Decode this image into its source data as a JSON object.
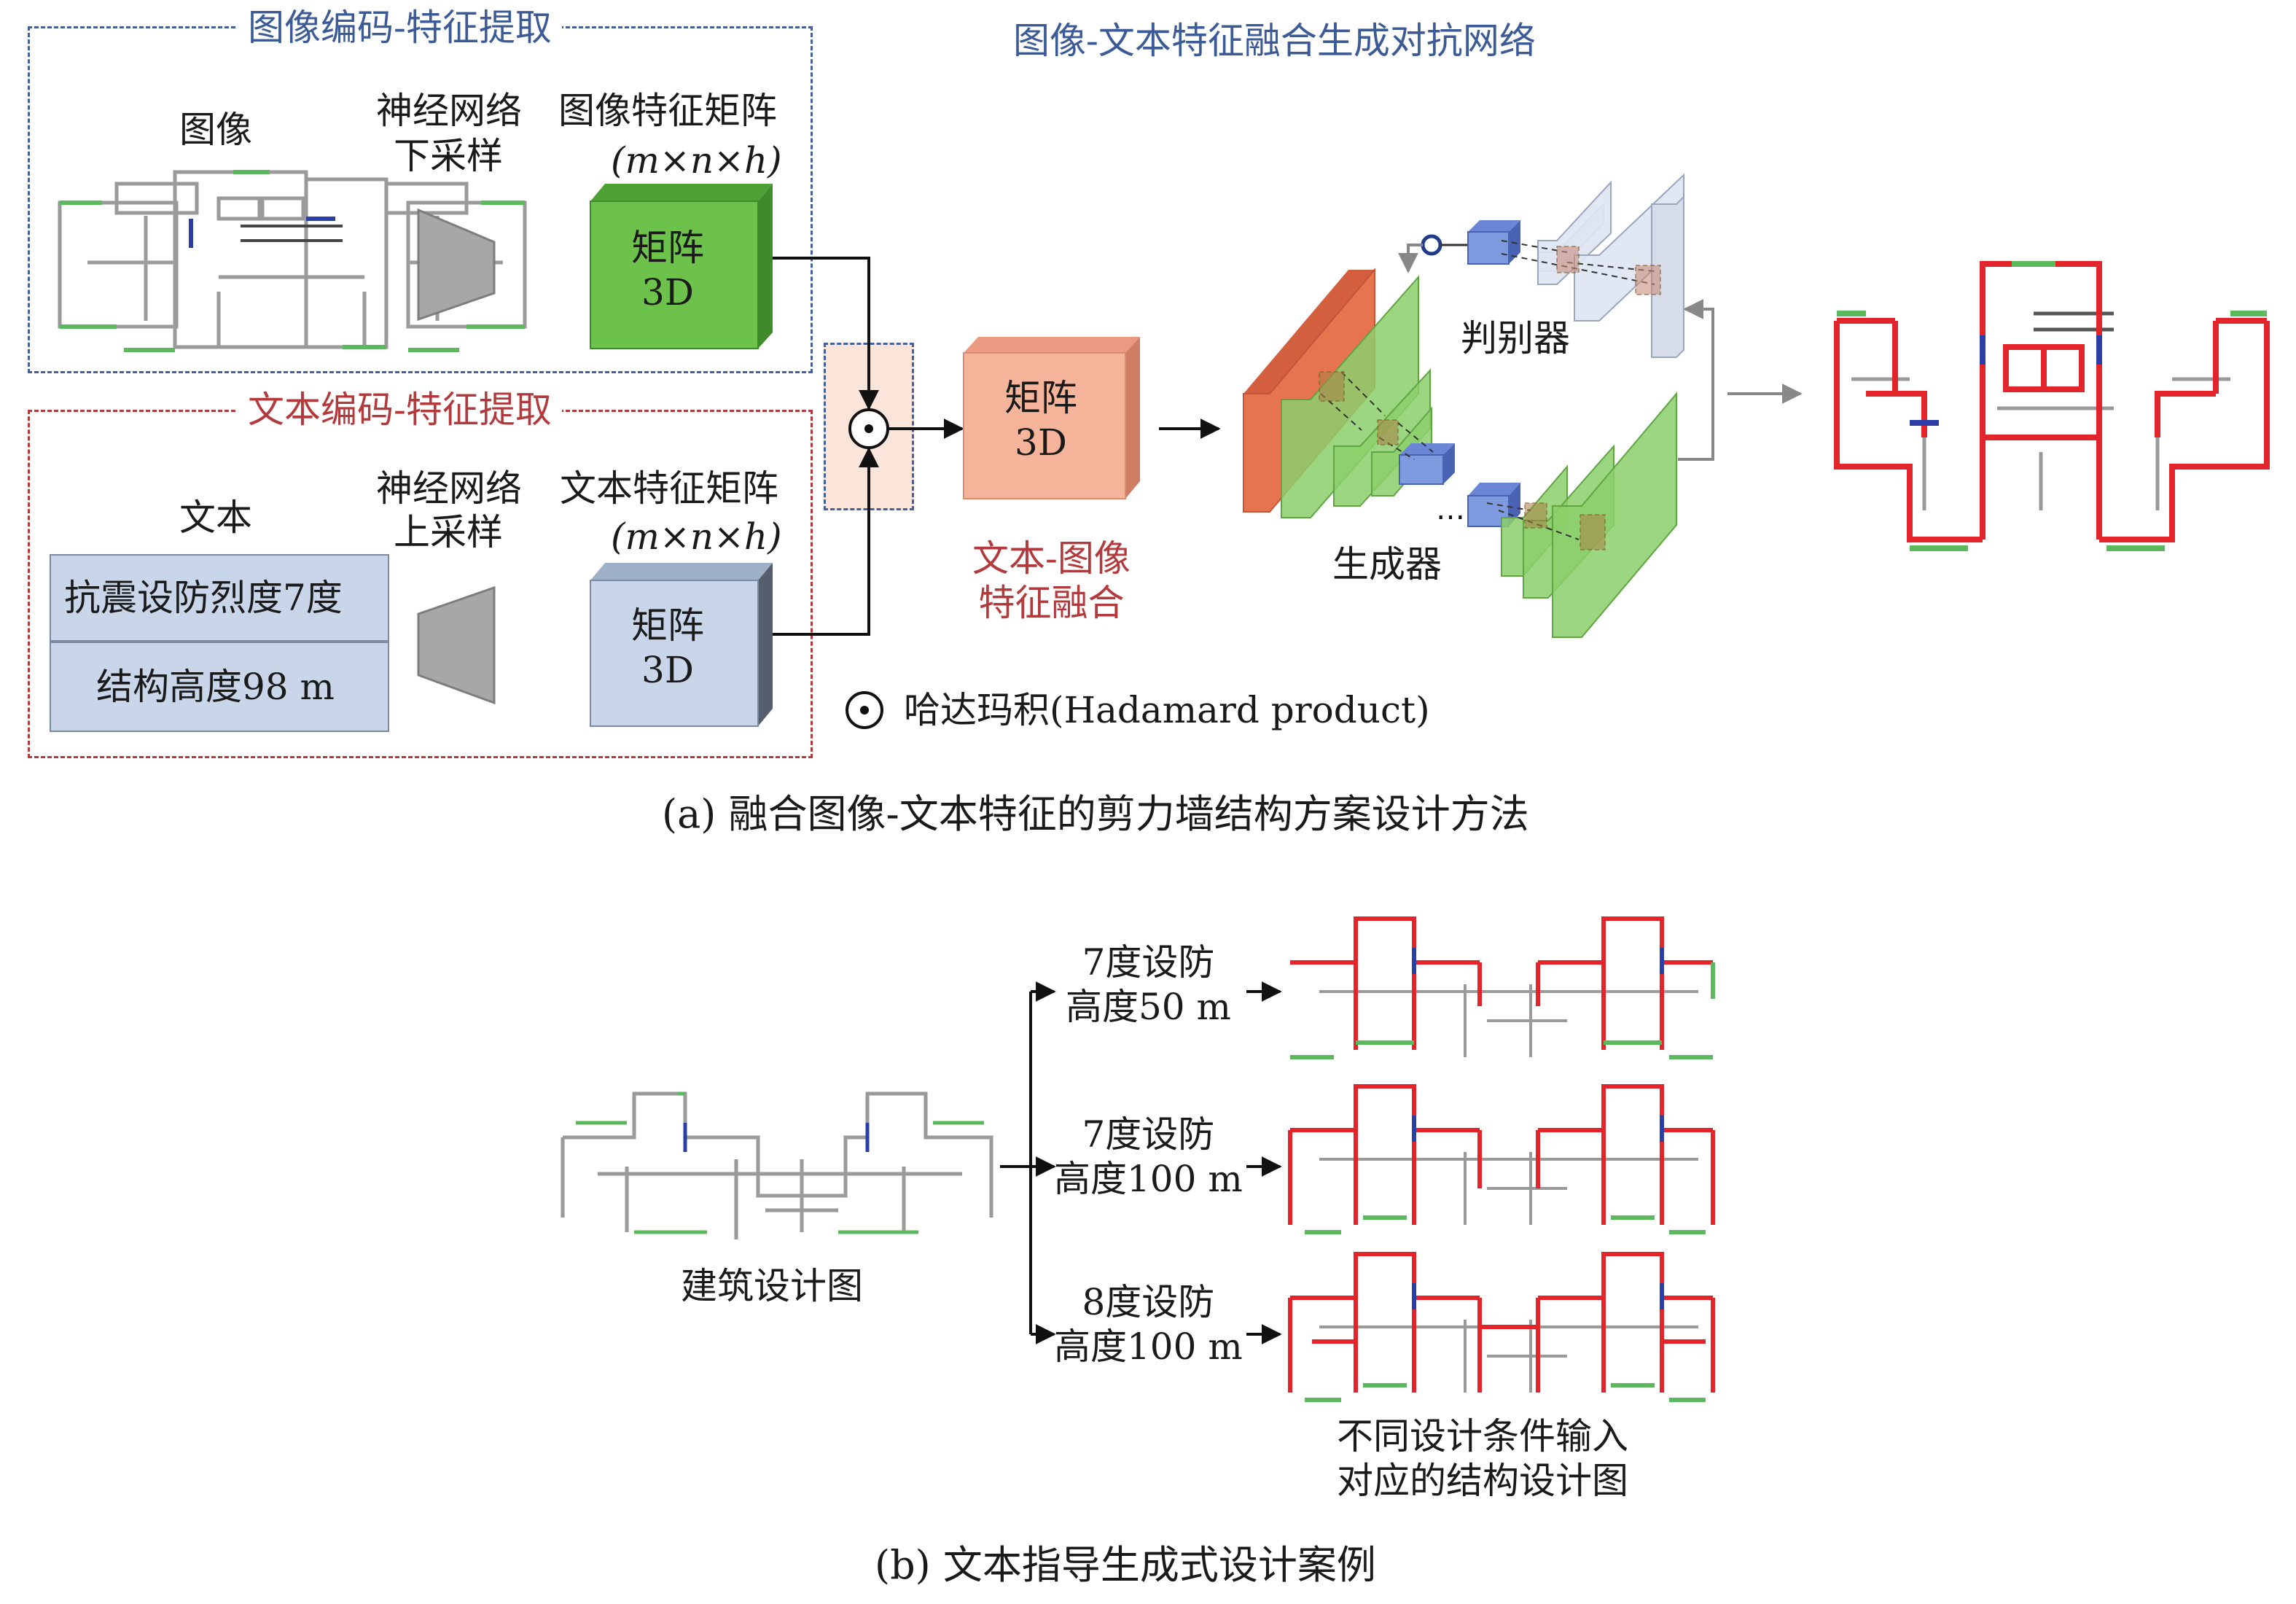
{
  "diagram": {
    "image_group_title": "图像编码-特征提取",
    "text_group_title": "文本编码-特征提取",
    "gan_title": "图像-文本特征融合生成对抗网络",
    "image_label": "图像",
    "downsample_label_1": "神经网络",
    "downsample_label_2": "下采样",
    "image_matrix_title_1": "图像特征矩阵",
    "image_matrix_title_2": "(m×n×h)",
    "matrix_label_1": "矩阵",
    "matrix_label_2": "3D",
    "text_label": "文本",
    "text_input_1": "抗震设防烈度7度",
    "text_input_2": "结构高度98 m",
    "upsample_label_1": "神经网络",
    "upsample_label_2": "上采样",
    "text_matrix_title_1": "文本特征矩阵",
    "text_matrix_title_2": "(m×n×h)",
    "fusion_label_1": "文本-图像",
    "fusion_label_2": "特征融合",
    "discriminator_label": "判别器",
    "generator_label": "生成器",
    "hadamard_label": "哈达玛积(Hadamard product)",
    "caption_a": "(a) 融合图像-文本特征的剪力墙结构方案设计方法"
  },
  "case": {
    "source_label": "建筑设计图",
    "conditions": [
      {
        "line1": "7度设防",
        "line2": "高度50 m"
      },
      {
        "line1": "7度设防",
        "line2": "高度100 m"
      },
      {
        "line1": "8度设防",
        "line2": "高度100 m"
      }
    ],
    "output_label_1": "不同设计条件输入",
    "output_label_2": "对应的结构设计图",
    "caption_b": "(b) 文本指导生成式设计案例"
  },
  "colors": {
    "blue_dash": "#44619c",
    "red_dash": "#b23a3c",
    "image_matrix": "#6cc24a",
    "text_matrix": "#c9d6ea",
    "fused_matrix": "#f6b49b",
    "wall_red": "#e3242b",
    "wall_green": "#5cb85c",
    "wall_gray": "#9a9a9a"
  }
}
